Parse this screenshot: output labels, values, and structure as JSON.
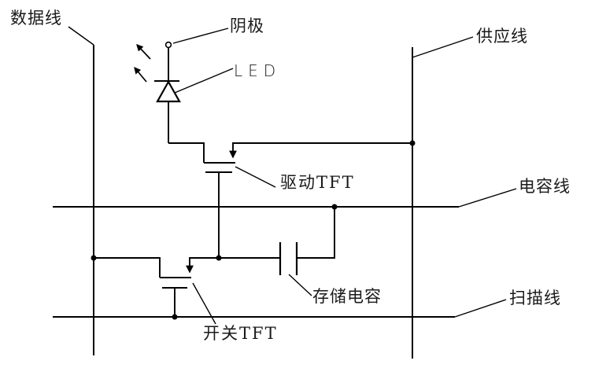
{
  "diagram": {
    "background_color": "#ffffff",
    "line_color": "#000000",
    "text_color": "#1a1a1a",
    "labels": {
      "data_line": "数据线",
      "cathode": "阴极",
      "led": "LED",
      "supply_line": "供应线",
      "driving_tft": "驱动TFT",
      "capacitor_line": "电容线",
      "storage_capacitor": "存储电容",
      "scan_line": "扫描线",
      "switching_tft": "开关TFT"
    }
  }
}
